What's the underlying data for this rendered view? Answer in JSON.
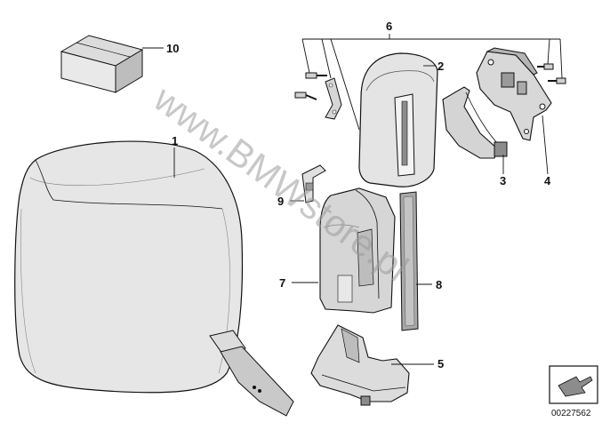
{
  "watermark": "www.BMWstore.pl",
  "document_number": "00227562",
  "callouts": {
    "p1": "1",
    "p2": "2",
    "p3": "3",
    "p4": "4",
    "p5": "5",
    "p6": "6",
    "p7": "7",
    "p8": "8",
    "p9": "9",
    "p10": "10"
  },
  "colors": {
    "line": "#111111",
    "part_fill": "#e9e9e9",
    "part_shade": "#c4c4c4",
    "part_dark": "#8c8c8c",
    "watermark": "#9a9a9a"
  }
}
